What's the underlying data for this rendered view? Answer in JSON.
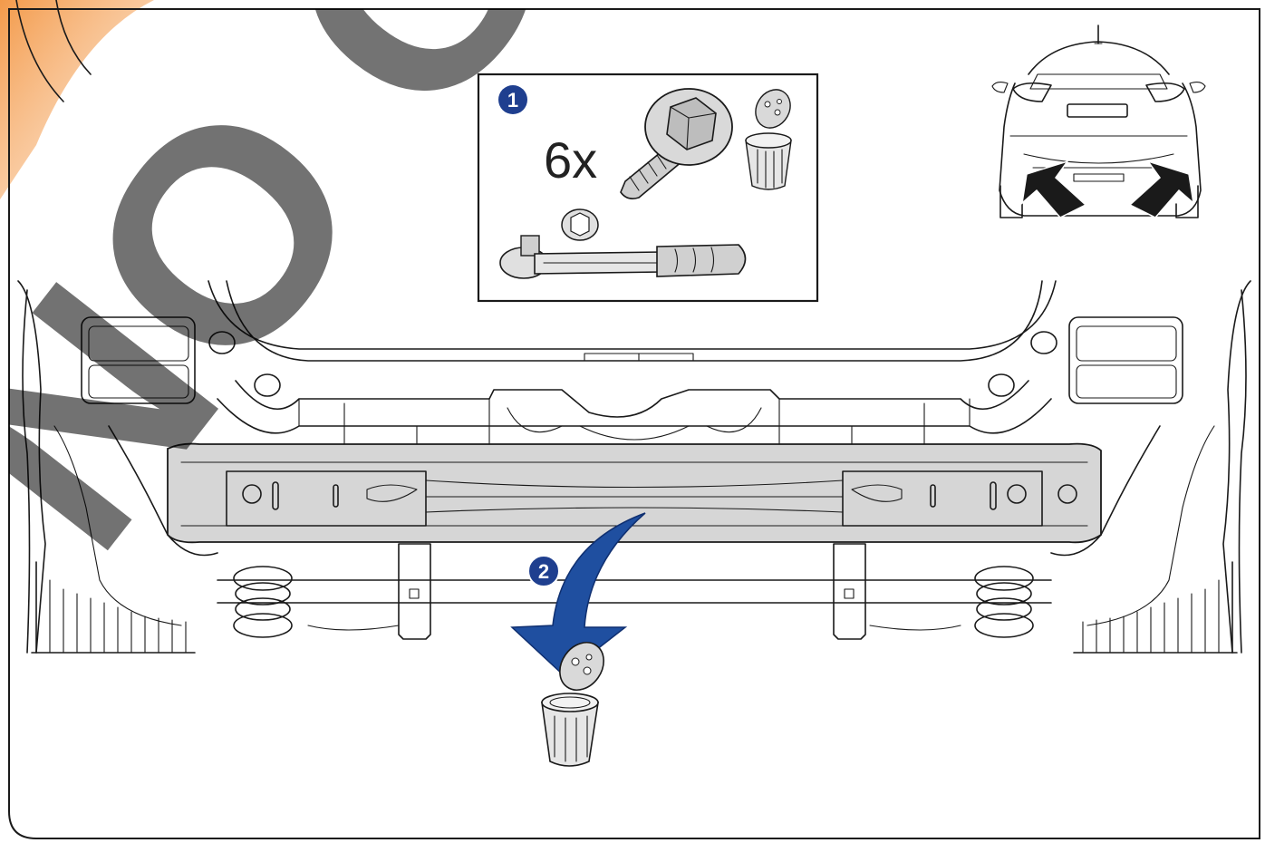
{
  "colors": {
    "frame": "#1a1a1a",
    "corner_accent": "#f39a4a",
    "step_badge": "#1f3f8f",
    "arrow": "#1f4fa0",
    "beam_fill": "#d6d6d6",
    "part_fill": "#cfcfcf",
    "watermark": "#000000"
  },
  "watermark": {
    "text": "NO ORI"
  },
  "kit_box": {
    "step_number": "1",
    "quantity_label": "6x",
    "items": [
      "flange-bolt-icon",
      "cage-nut-icon",
      "ratchet-wrench-icon",
      "socket-icon"
    ]
  },
  "main_step": {
    "step_number": "2",
    "action_arrow": "curved-down-arrow-icon",
    "removed_part": "cage-nut-icon"
  },
  "overview": {
    "view": "rear-car-view",
    "markers": [
      "pointer-arrow-left-icon",
      "pointer-arrow-right-icon"
    ]
  }
}
